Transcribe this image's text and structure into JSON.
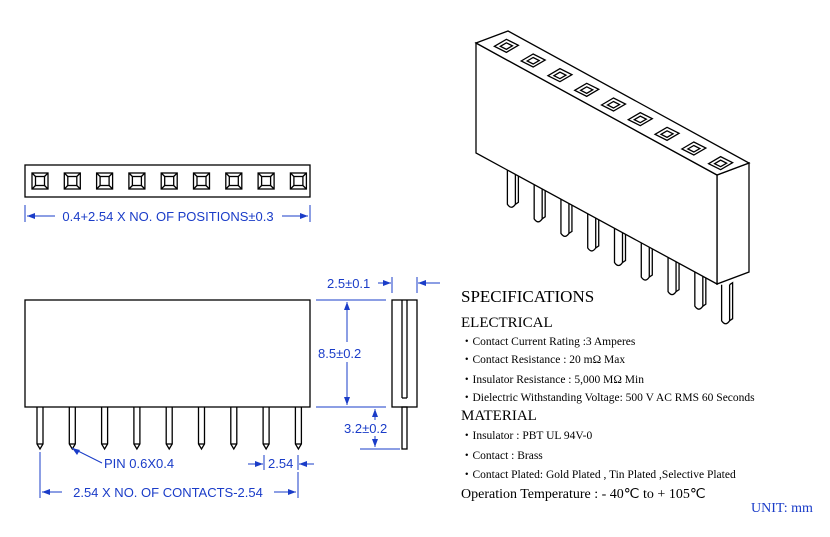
{
  "dimensions": {
    "top_width": "0.4+2.54 X NO. OF POSITIONS±0.3",
    "thickness": "2.5±0.1",
    "body_height": "8.5±0.2",
    "pin_length": "3.2±0.2",
    "pin_size": "PIN 0.6X0.4",
    "pitch": "2.54",
    "overall_contacts": "2.54 X NO. OF CONTACTS-2.54"
  },
  "specifications": {
    "title": "SPECIFICATIONS",
    "electrical_heading": "ELECTRICAL",
    "electrical_items": [
      "・Contact Current Rating  :3 Amperes",
      "・Contact Resistance  :  20 mΩ Max",
      "・Insulator Resistance  :  5,000 MΩ Min",
      "・Dielectric Withstanding Voltage:  500 V AC RMS 60 Seconds"
    ],
    "material_heading": "MATERIAL",
    "material_items": [
      "・Insulator  :  PBT UL 94V-0",
      "・Contact  :  Brass",
      "・Contact  Plated: Gold Plated , Tin Plated ,Selective Plated"
    ],
    "temperature": "Operation Temperature  : - 40℃ to + 105℃",
    "unit": "UNIT: mm"
  },
  "positions_count": 9,
  "colors": {
    "dimension": "#1a3cc8",
    "outline": "#000000"
  }
}
